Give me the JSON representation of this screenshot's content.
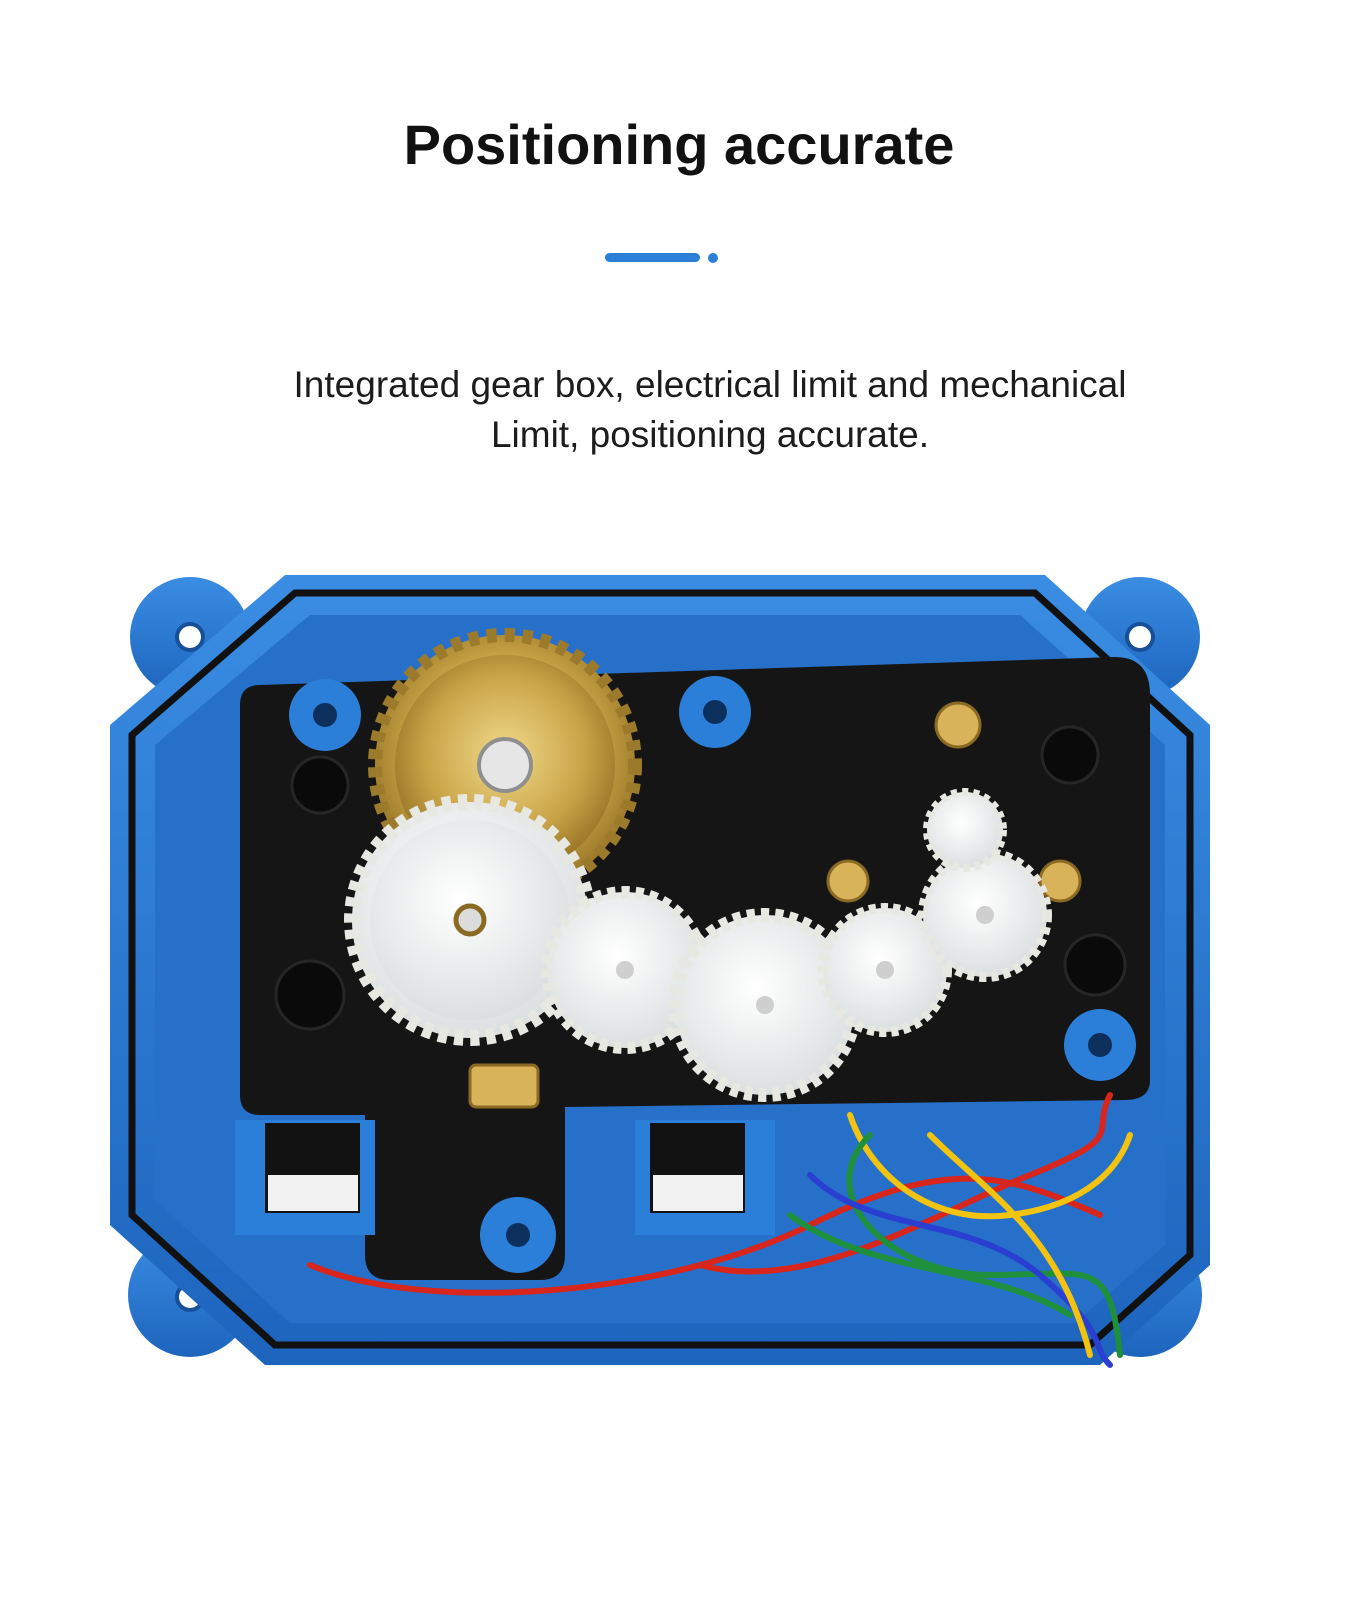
{
  "heading": {
    "title": "Positioning accurate",
    "description_line1": "Integrated gear box, electrical limit and mechanical",
    "description_line2": "Limit, positioning accurate."
  },
  "colors": {
    "accent": "#2b7fd6",
    "housing_blue": "#2c7fd9",
    "plate_black": "#151515",
    "brass_gear": "#c9a447",
    "nylon_gear": "#f4f4f0"
  },
  "icons": [
    "gear-icon"
  ]
}
